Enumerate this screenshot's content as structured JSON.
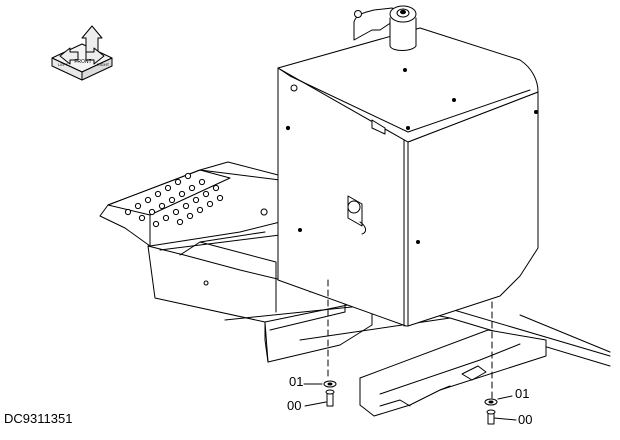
{
  "diagram": {
    "doc_code": "DC9311351",
    "callouts": [
      {
        "id": "washer-left",
        "part_number": "01"
      },
      {
        "id": "bolt-left",
        "part_number": "00"
      },
      {
        "id": "washer-right",
        "part_number": "01"
      },
      {
        "id": "bolt-right",
        "part_number": "00"
      }
    ],
    "orientation_icon": {
      "icon": "orientation-compass-icon",
      "words": [
        "FRONT",
        "LEFT",
        "RIGHT"
      ]
    }
  }
}
